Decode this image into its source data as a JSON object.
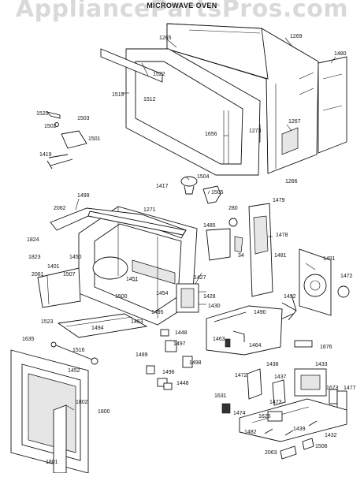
{
  "watermark": "AppliancePartsPros.com",
  "title": "MICROWAVE OVEN",
  "labels": {
    "p1265": "1265",
    "p1269": "1269",
    "p1480": "1480",
    "p1522": "1522",
    "p1519": "1519",
    "p1512": "1512",
    "p1656": "1656",
    "p1273": "1273",
    "p1267": "1267",
    "p1266": "1266",
    "p1520": "1520",
    "p1503": "1503",
    "p1502": "1502",
    "p1501": "1501",
    "p1419": "1419",
    "p1504": "1504",
    "p1417": "1417",
    "p1505": "1505",
    "p1499": "1499",
    "p1271": "1271",
    "p1479": "1479",
    "p2062": "2062",
    "p280": "280",
    "p1485": "1485",
    "p1478": "1478",
    "p1824": "1824",
    "p34": "34",
    "p1481": "1481",
    "p1491": "1491",
    "p1823": "1823",
    "p1450": "1450",
    "p1401": "1401",
    "p1507": "1507",
    "p1451": "1451",
    "p1427": "1427",
    "p1472a": "1472",
    "p2061": "2061",
    "p1500": "1500",
    "p1454": "1454",
    "p1428": "1428",
    "p1492": "1492",
    "p1430": "1430",
    "p1490": "1490",
    "p1523": "1523",
    "p1494": "1494",
    "p1453": "1453",
    "p1495": "1495",
    "p1448a": "1448",
    "p1463": "1463",
    "p1464": "1464",
    "p1676": "1676",
    "p1635": "1635",
    "p1516": "1516",
    "p1497": "1497",
    "p1489": "1489",
    "p1498": "1498",
    "p1452": "1452",
    "p1496": "1496",
    "p1448b": "1448",
    "p1472b": "1472",
    "p1438": "1438",
    "p1433": "1433",
    "p1437": "1437",
    "p1631": "1631",
    "p1673": "1673",
    "p1477": "1477",
    "p1802": "1802",
    "p1800": "1800",
    "p1473": "1473",
    "p1474": "1474",
    "p1626": "1626",
    "p1439": "1439",
    "p1482": "1482",
    "p1432": "1432",
    "p2063": "2063",
    "p1506": "1506",
    "p1801": "1801"
  }
}
